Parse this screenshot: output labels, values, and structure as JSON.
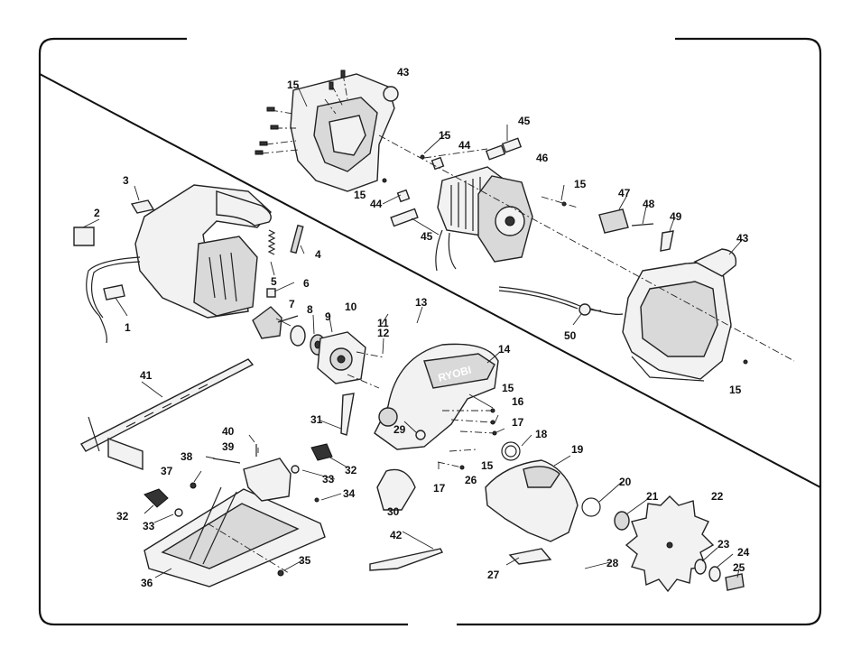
{
  "diagram": {
    "brand_label": "RYOBI",
    "part_numbers": [
      {
        "id": "p1",
        "text": "1"
      },
      {
        "id": "p2",
        "text": "2"
      },
      {
        "id": "p3",
        "text": "3"
      },
      {
        "id": "p4",
        "text": "4"
      },
      {
        "id": "p5",
        "text": "5"
      },
      {
        "id": "p6",
        "text": "6"
      },
      {
        "id": "p7",
        "text": "7"
      },
      {
        "id": "p8",
        "text": "8"
      },
      {
        "id": "p9",
        "text": "9"
      },
      {
        "id": "p10",
        "text": "10"
      },
      {
        "id": "p11",
        "text": "11"
      },
      {
        "id": "p12",
        "text": "12"
      },
      {
        "id": "p13",
        "text": "13"
      },
      {
        "id": "p14",
        "text": "14"
      },
      {
        "id": "p15a",
        "text": "15"
      },
      {
        "id": "p15b",
        "text": "15"
      },
      {
        "id": "p15c",
        "text": "15"
      },
      {
        "id": "p15d",
        "text": "15"
      },
      {
        "id": "p15e",
        "text": "15"
      },
      {
        "id": "p15f",
        "text": "15"
      },
      {
        "id": "p15g",
        "text": "15"
      },
      {
        "id": "p16",
        "text": "16"
      },
      {
        "id": "p17a",
        "text": "17"
      },
      {
        "id": "p17b",
        "text": "17"
      },
      {
        "id": "p18",
        "text": "18"
      },
      {
        "id": "p19",
        "text": "19"
      },
      {
        "id": "p20",
        "text": "20"
      },
      {
        "id": "p21",
        "text": "21"
      },
      {
        "id": "p22",
        "text": "22"
      },
      {
        "id": "p23",
        "text": "23"
      },
      {
        "id": "p24",
        "text": "24"
      },
      {
        "id": "p25",
        "text": "25"
      },
      {
        "id": "p26",
        "text": "26"
      },
      {
        "id": "p27",
        "text": "27"
      },
      {
        "id": "p28",
        "text": "28"
      },
      {
        "id": "p29",
        "text": "29"
      },
      {
        "id": "p30",
        "text": "30"
      },
      {
        "id": "p31",
        "text": "31"
      },
      {
        "id": "p32a",
        "text": "32"
      },
      {
        "id": "p32b",
        "text": "32"
      },
      {
        "id": "p33a",
        "text": "33"
      },
      {
        "id": "p33b",
        "text": "33"
      },
      {
        "id": "p34",
        "text": "34"
      },
      {
        "id": "p35",
        "text": "35"
      },
      {
        "id": "p36",
        "text": "36"
      },
      {
        "id": "p37",
        "text": "37"
      },
      {
        "id": "p38",
        "text": "38"
      },
      {
        "id": "p39",
        "text": "39"
      },
      {
        "id": "p40",
        "text": "40"
      },
      {
        "id": "p41",
        "text": "41"
      },
      {
        "id": "p42",
        "text": "42"
      },
      {
        "id": "p43a",
        "text": "43"
      },
      {
        "id": "p43b",
        "text": "43"
      },
      {
        "id": "p44a",
        "text": "44"
      },
      {
        "id": "p44b",
        "text": "44"
      },
      {
        "id": "p45a",
        "text": "45"
      },
      {
        "id": "p45b",
        "text": "45"
      },
      {
        "id": "p46",
        "text": "46"
      },
      {
        "id": "p47",
        "text": "47"
      },
      {
        "id": "p48",
        "text": "48"
      },
      {
        "id": "p49",
        "text": "49"
      },
      {
        "id": "p50",
        "text": "50"
      }
    ]
  }
}
